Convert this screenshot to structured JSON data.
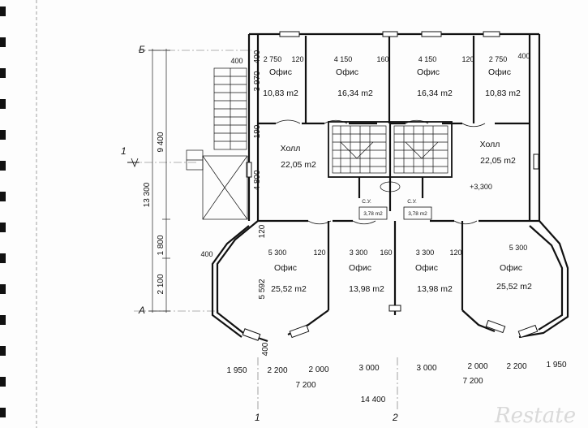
{
  "axes": {
    "top_letter": "Б",
    "bottom_letter": "А",
    "left_number": "1",
    "bottom_numbers": [
      "1",
      "2"
    ]
  },
  "rooms": [
    {
      "name": "Офис",
      "area": "10,83 m2"
    },
    {
      "name": "Офис",
      "area": "16,34 m2"
    },
    {
      "name": "Офис",
      "area": "16,34 m2"
    },
    {
      "name": "Офис",
      "area": "10,83 m2"
    },
    {
      "name": "Холл",
      "area": "22,05 m2"
    },
    {
      "name": "Холл",
      "area": "22,05 m2"
    },
    {
      "name": "Офис",
      "area": "25,52 m2"
    },
    {
      "name": "Офис",
      "area": "13,98 m2"
    },
    {
      "name": "Офис",
      "area": "13,98 m2"
    },
    {
      "name": "Офис",
      "area": "25,52 m2"
    }
  ],
  "wc": [
    {
      "label": "С.У.",
      "area": "3,78 m2"
    },
    {
      "label": "С.У.",
      "area": "3,78 m2"
    }
  ],
  "level_mark": "+3,300",
  "top_dims": [
    "400",
    "2 750",
    "120",
    "4 150",
    "160",
    "4 150",
    "120",
    "2 750",
    "400"
  ],
  "mid_dims": [
    "400",
    "5 300",
    "120",
    "3 300",
    "160",
    "3 300",
    "120",
    "5 300"
  ],
  "left_vertical_dims": [
    "400",
    "3 970",
    "190",
    "4 800",
    "120",
    "5 592",
    "400"
  ],
  "outer_vertical_dims": [
    "13 300",
    "9 400",
    "1 800",
    "2 100"
  ],
  "bottom_dims_row1": [
    "1 950",
    "2 200",
    "2 000",
    "3 000",
    "3 000",
    "2 000",
    "2 200",
    "1 950"
  ],
  "bottom_dims_row2": [
    "7 200",
    "7 200"
  ],
  "bottom_total": "14 400",
  "watermark": "Restate"
}
